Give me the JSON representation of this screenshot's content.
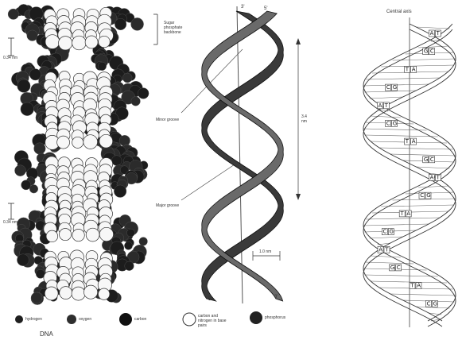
{
  "panel_a": {
    "label_backbone": "Sugar phosphate backbone",
    "label_pitch_top": "0.34 nm",
    "label_minor": "Minor groove",
    "label_major": "Major groove",
    "label_pitch_bottom": "0.34 nm",
    "label_turn": "3.4 nm",
    "label_width": "1.0 nm",
    "caption": "DNA",
    "legend": [
      {
        "label": "hydrogen",
        "color": "#1f1f1f"
      },
      {
        "label": "oxygen",
        "color": "#2e2e2e"
      },
      {
        "label": "carbon",
        "color": "#111111"
      },
      {
        "label": "carbon and nitrogen in base pairs",
        "color": "#ffffff"
      },
      {
        "label": "phosphorus",
        "color": "#222222"
      }
    ]
  },
  "panel_c": {
    "title": "Central axis",
    "pairs": [
      {
        "left": "A",
        "right": "T"
      },
      {
        "left": "G",
        "right": "C"
      },
      {
        "left": "T",
        "right": "A"
      },
      {
        "left": "C",
        "right": "G"
      },
      {
        "left": "A",
        "right": "T"
      },
      {
        "left": "C",
        "right": "G"
      },
      {
        "left": "T",
        "right": "A"
      },
      {
        "left": "G",
        "right": "C"
      },
      {
        "left": "A",
        "right": "T"
      },
      {
        "left": "C",
        "right": "G"
      },
      {
        "left": "T",
        "right": "A"
      },
      {
        "left": "C",
        "right": "G"
      },
      {
        "left": "A",
        "right": "T"
      },
      {
        "left": "G",
        "right": "C"
      },
      {
        "left": "T",
        "right": "A"
      },
      {
        "left": "C",
        "right": "G"
      }
    ]
  }
}
